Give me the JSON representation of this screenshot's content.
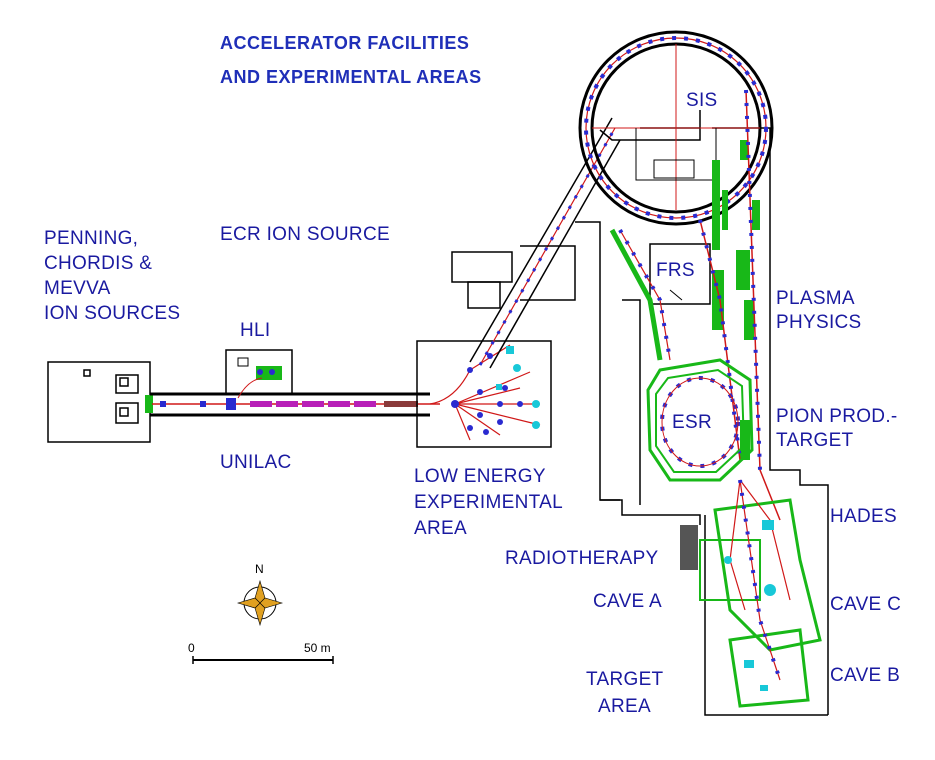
{
  "title": {
    "line1": "ACCELERATOR FACILITIES",
    "line2": "AND EXPERIMENTAL AREAS"
  },
  "labels": {
    "sis": "SIS",
    "ecr": "ECR ION SOURCE",
    "penning1": "PENNING,",
    "penning2": "CHORDIS &",
    "penning3": "MEVVA",
    "penning4": "ION SOURCES",
    "hli": "HLI",
    "frs": "FRS",
    "plasma1": "PLASMA",
    "plasma2": "PHYSICS",
    "esr": "ESR",
    "pion1": "PION PROD.-",
    "pion2": "TARGET",
    "unilac": "UNILAC",
    "low1": "LOW ENERGY",
    "low2": "EXPERIMENTAL",
    "low3": "AREA",
    "hades": "HADES",
    "radio": "RADIOTHERAPY",
    "cavea": "CAVE A",
    "cavec": "CAVE C",
    "caveb": "CAVE B",
    "target1": "TARGET",
    "target2": "AREA"
  },
  "compass": {
    "north": "N"
  },
  "scale": {
    "start": "0",
    "end": "50 m"
  },
  "colors": {
    "label": "#1a1aa0",
    "wall": "#000000",
    "beamline": "#d01818",
    "magnet": "#2a2ad0",
    "equipment": "#18b818",
    "detector": "#18c8d8",
    "unilac_magnet": "#b820b8"
  }
}
